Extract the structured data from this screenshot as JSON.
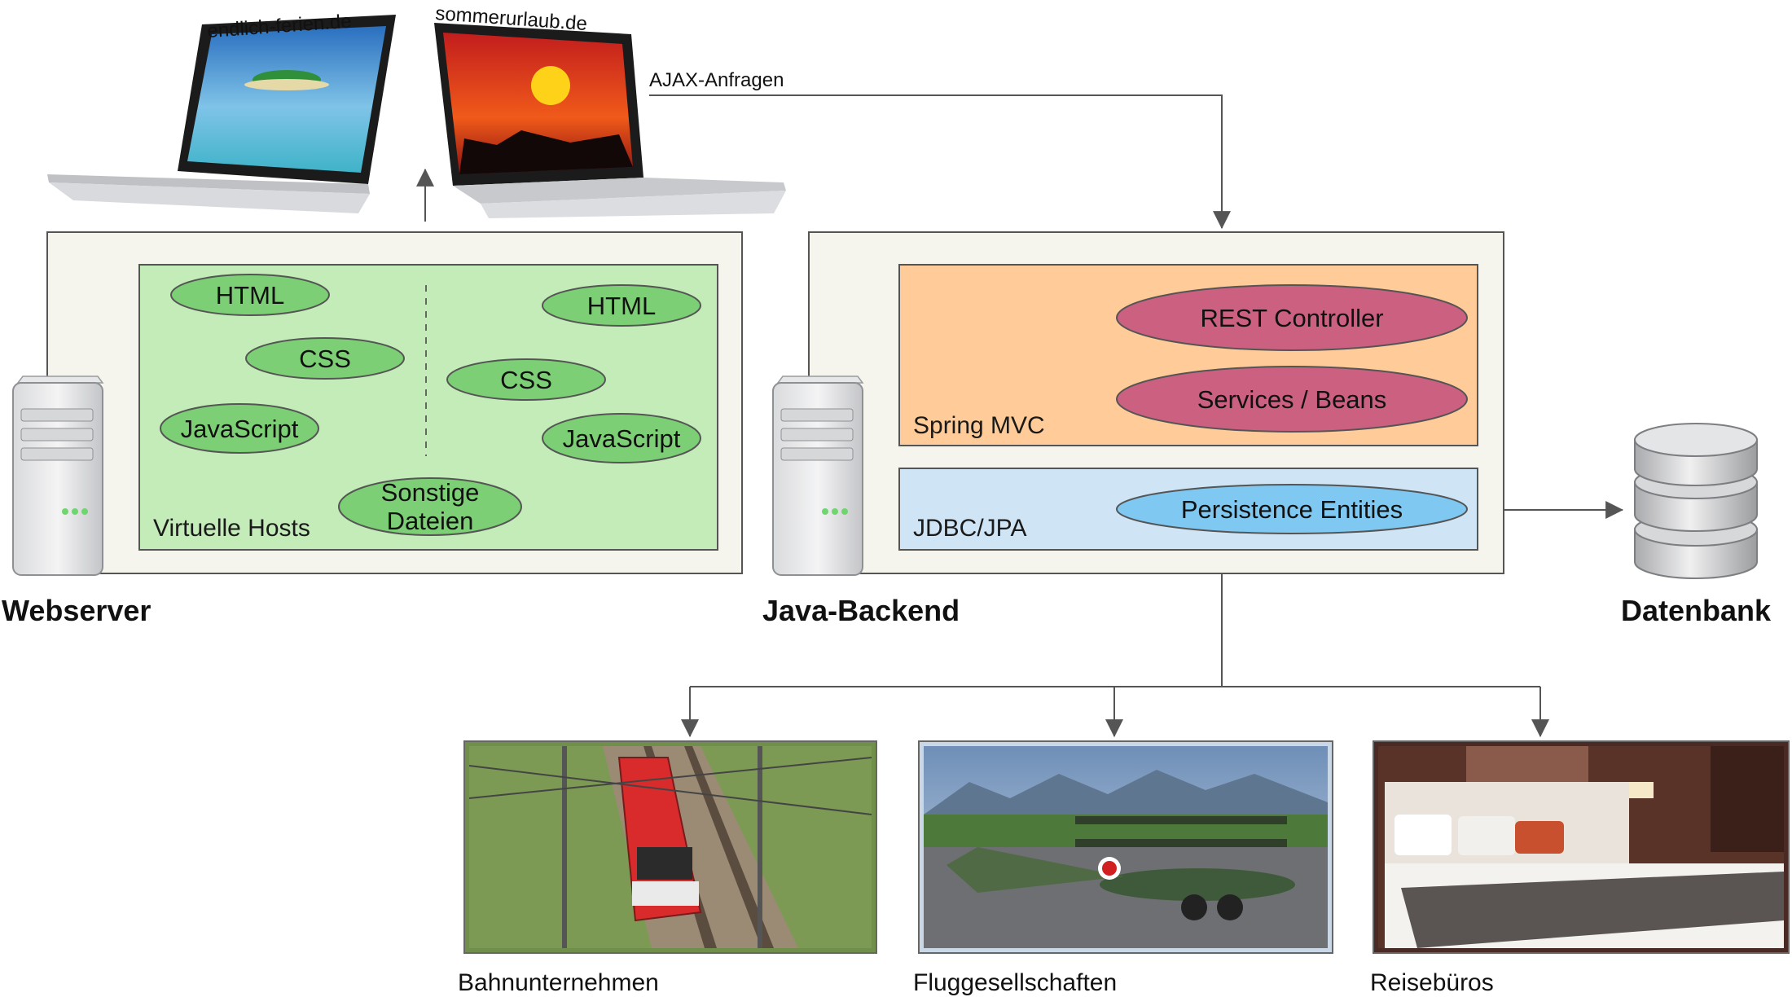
{
  "diagram": {
    "laptops": [
      {
        "site": "endlich-ferien.de"
      },
      {
        "site": "sommerurlaub.de"
      }
    ],
    "ajax_label": "AJAX-Anfragen",
    "webserver": {
      "title": "Webserver",
      "vhosts_label": "Virtuelle Hosts",
      "left_host": {
        "html": "HTML",
        "css": "CSS",
        "js": "JavaScript",
        "other_line1": "Sonstige",
        "other_line2": "Dateien"
      },
      "right_host": {
        "html": "HTML",
        "css": "CSS",
        "js": "JavaScript"
      }
    },
    "backend": {
      "title": "Java-Backend",
      "spring_label": "Spring MVC",
      "rest_controller": "REST Controller",
      "services_beans": "Services / Beans",
      "jdbc_label": "JDBC/JPA",
      "persistence": "Persistence Entities"
    },
    "database": {
      "title": "Datenbank"
    },
    "partners": [
      {
        "label": "Bahnunternehmen"
      },
      {
        "label": "Fluggesellschaften"
      },
      {
        "label": "Reisebüros"
      }
    ],
    "colors": {
      "green_box": "#c3ecb8",
      "green_ellipse": "#7ccf74",
      "orange_box": "#ffcc99",
      "red_ellipse": "#cc6080",
      "blue_box": "#cfe5f5",
      "blue_ellipse": "#7ec8f2",
      "outer_box": "#f5f5ee",
      "line": "#555555"
    }
  }
}
